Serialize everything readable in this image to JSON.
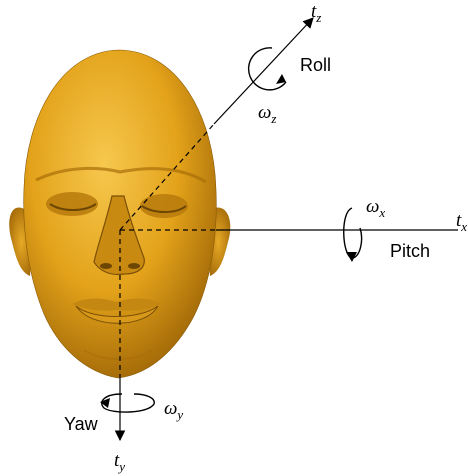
{
  "axes": {
    "tz": {
      "symbol": "t",
      "sub": "z"
    },
    "tx": {
      "symbol": "t",
      "sub": "x"
    },
    "ty": {
      "symbol": "t",
      "sub": "y"
    }
  },
  "rotations": {
    "roll": {
      "label": "Roll",
      "omega": "ω",
      "sub": "z"
    },
    "pitch": {
      "label": "Pitch",
      "omega": "ω",
      "sub": "x"
    },
    "yaw": {
      "label": "Yaw",
      "omega": "ω",
      "sub": "y"
    }
  },
  "colors": {
    "face": "#E3A21A",
    "face_shadow": "#A86E08",
    "face_highlight": "#F3C24A",
    "ink": "#000000"
  }
}
